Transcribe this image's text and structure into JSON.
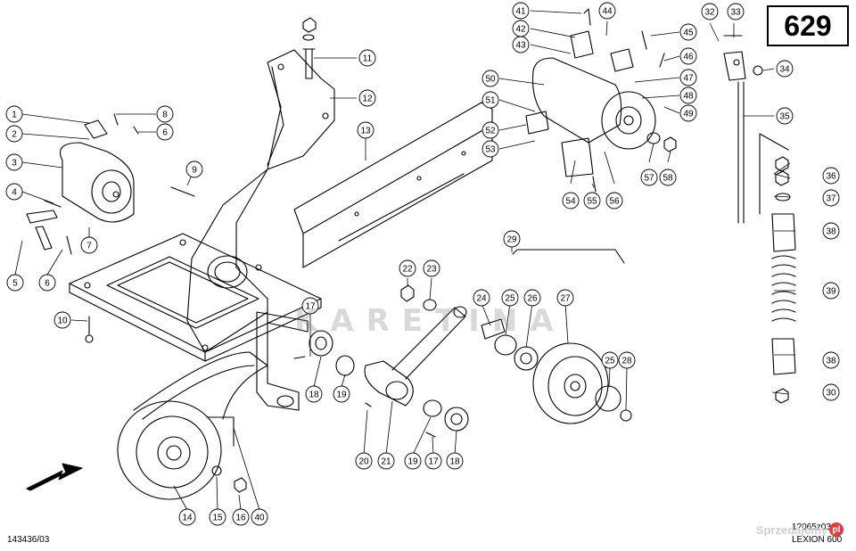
{
  "page": {
    "number": "629",
    "doc_ref_left": "143436/03",
    "doc_ref_right": "1?065z03",
    "model": "LEXION 600",
    "watermark": "KARETINA",
    "brand": "Sprzedajemy",
    "brand_icon": "pl"
  },
  "callouts": [
    "1",
    "2",
    "3",
    "4",
    "5",
    "6",
    "7",
    "8",
    "9",
    "10",
    "11",
    "12",
    "13",
    "14",
    "15",
    "16",
    "17",
    "18",
    "19",
    "20",
    "21",
    "22",
    "23",
    "24",
    "25",
    "26",
    "27",
    "28",
    "29",
    "30",
    "32",
    "33",
    "34",
    "35",
    "36",
    "37",
    "38",
    "39",
    "40",
    "41",
    "42",
    "43",
    "44",
    "45",
    "46",
    "47",
    "48",
    "49",
    "50",
    "51",
    "52",
    "53",
    "54",
    "55",
    "56",
    "57",
    "58"
  ],
  "colors": {
    "line": "#000000",
    "watermark": "#9a9a9a",
    "brand_badge": "#e23b3b"
  }
}
